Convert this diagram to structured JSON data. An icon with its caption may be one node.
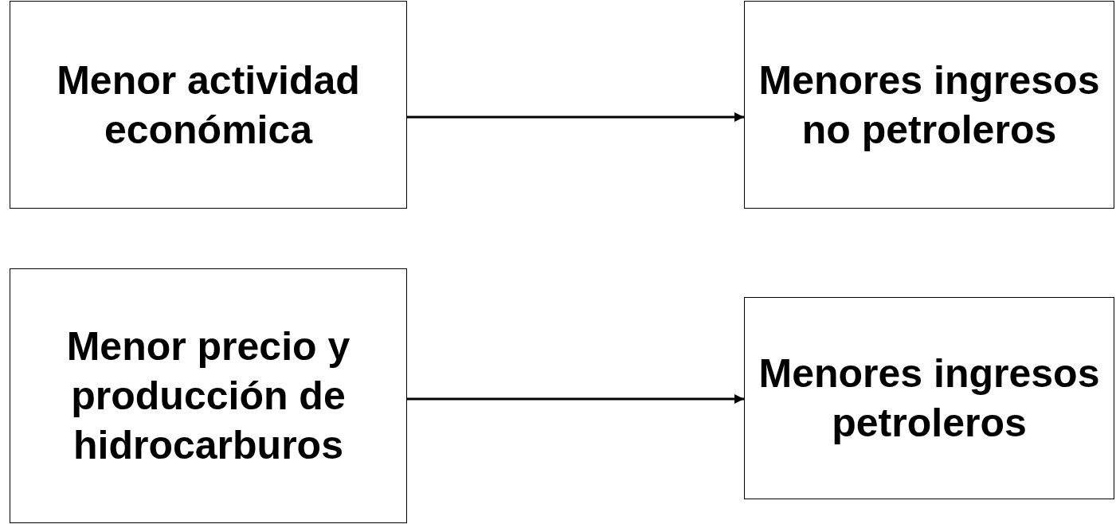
{
  "diagram": {
    "nodes": [
      {
        "text": [
          "Menor actividad económica"
        ]
      },
      {
        "text": [
          "Menores ingresos no petroleros"
        ]
      },
      {
        "text": [
          "Menor precio y producción de hidrocarburos"
        ]
      },
      {
        "text": [
          "Menores ingresos petroleros"
        ]
      }
    ],
    "edges": [
      {
        "from": 0,
        "to": 1,
        "arrow": "to"
      },
      {
        "from": 2,
        "to": 3,
        "arrow": "to"
      }
    ]
  }
}
